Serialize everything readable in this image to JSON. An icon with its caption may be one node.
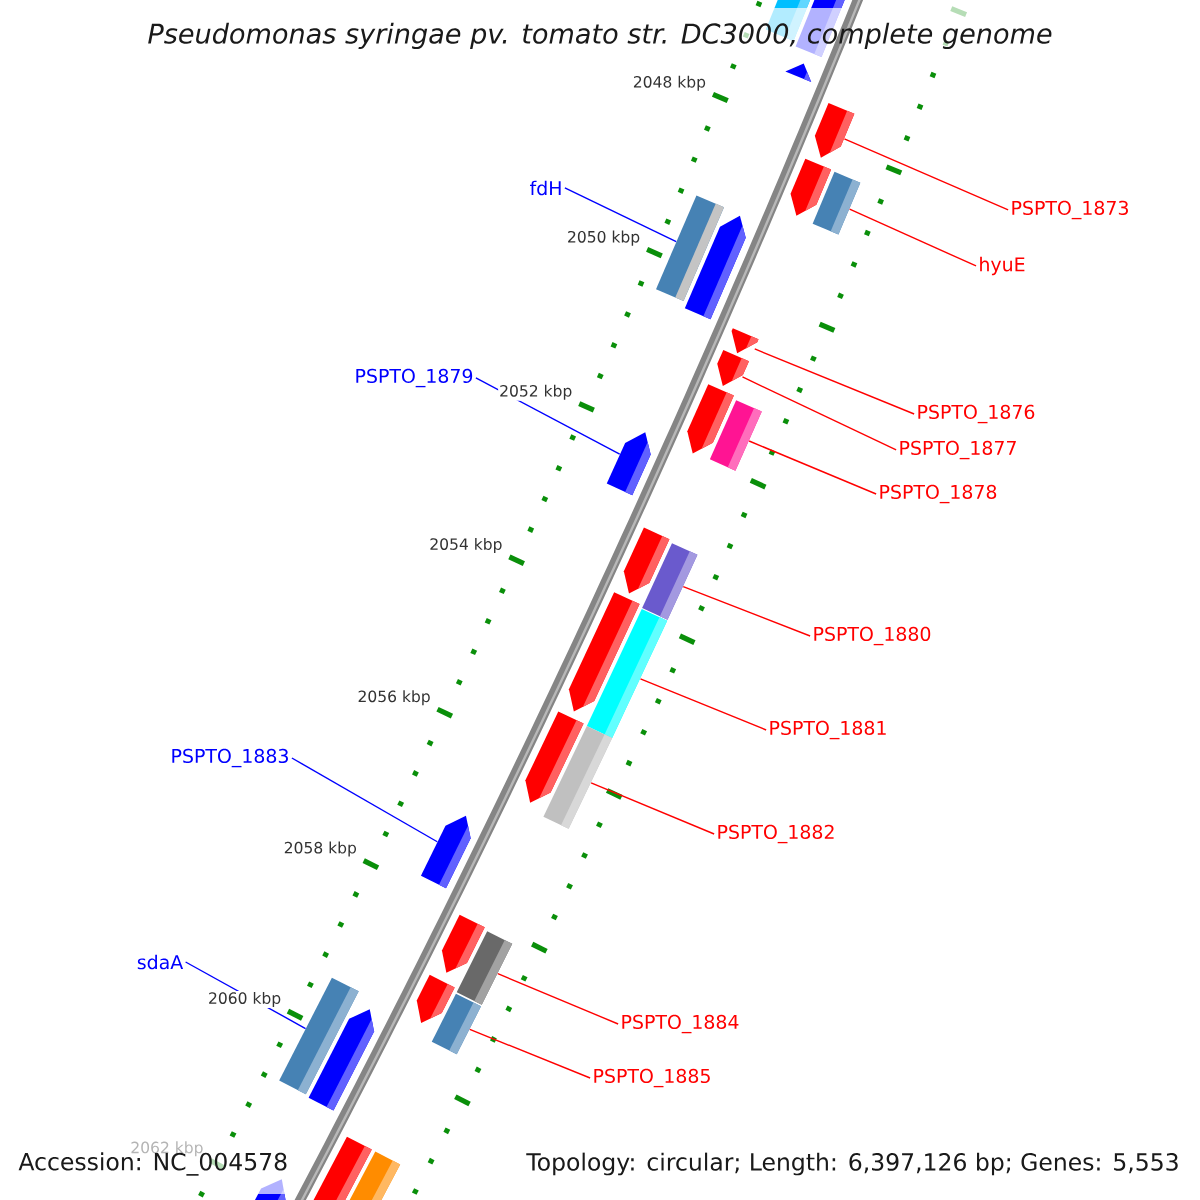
{
  "diagram": {
    "title": "Pseudomonas syringae pv. tomato str. DC3000, complete genome",
    "nodes": [
      {
        "text": [
          "fdH"
        ]
      },
      {
        "text": [
          "PSPTO_1873"
        ]
      },
      {
        "text": [
          "hyuE"
        ]
      },
      {
        "text": [
          "PSPTO_1879"
        ]
      },
      {
        "text": [
          "PSPTO_1876"
        ]
      },
      {
        "text": [
          "PSPTO_1877"
        ]
      },
      {
        "text": [
          "PSPTO_1878"
        ]
      },
      {
        "text": [
          "PSPTO_1880"
        ]
      },
      {
        "text": [
          "PSPTO_1881"
        ]
      },
      {
        "text": [
          "PSPTO_1883"
        ]
      },
      {
        "text": [
          "PSPTO_1882"
        ]
      },
      {
        "text": [
          "sdaA"
        ]
      },
      {
        "text": [
          "PSPTO_1884"
        ]
      },
      {
        "text": [
          "PSPTO_1885"
        ]
      },
      {
        "text": [],
        "shape": "box"
      },
      {
        "text": [],
        "shape": "pentagon"
      },
      {
        "text": [],
        "shape": "pentagon"
      },
      {
        "text": [],
        "shape": "pentagon"
      },
      {
        "text": [],
        "shape": "pentagon"
      },
      {
        "text": [],
        "shape": "box"
      },
      {
        "text": [],
        "shape": "box"
      },
      {
        "text": [],
        "shape": "pentagon"
      },
      {
        "text": [],
        "shape": "pentagon"
      },
      {
        "text": [],
        "shape": "pentagon"
      },
      {
        "text": [],
        "shape": "pentagon"
      },
      {
        "text": [],
        "shape": "box"
      },
      {
        "text": [],
        "shape": "pentagon"
      },
      {
        "text": [],
        "shape": "pentagon"
      },
      {
        "text": [],
        "shape": "box"
      },
      {
        "text": [],
        "shape": "pentagon"
      },
      {
        "text": [],
        "shape": "box"
      },
      {
        "text": [],
        "shape": "pentagon"
      },
      {
        "text": [],
        "shape": "box"
      },
      {
        "text": [],
        "shape": "pentagon"
      },
      {
        "text": [],
        "shape": "pentagon"
      },
      {
        "text": [],
        "shape": "box"
      },
      {
        "text": [],
        "shape": "pentagon"
      },
      {
        "text": [],
        "shape": "box"
      },
      {
        "text": [],
        "shape": "box"
      },
      {
        "text": [],
        "shape": "pentagon"
      },
      {
        "text": [],
        "shape": "pentagon"
      },
      {
        "text": [],
        "shape": "box"
      },
      {
        "text": [],
        "shape": "pentagon"
      }
    ],
    "edges": [
      {
        "from": 0,
        "to": 20,
        "arrow": "none",
        "color": "#0000ff"
      },
      {
        "from": 1,
        "to": 17,
        "arrow": "none"
      },
      {
        "from": 2,
        "to": 19,
        "arrow": "none"
      },
      {
        "from": 3,
        "to": 26,
        "arrow": "none",
        "color": "#0000ff"
      },
      {
        "from": 4,
        "to": 22,
        "arrow": "none"
      },
      {
        "from": 5,
        "to": 23,
        "arrow": "none"
      },
      {
        "from": 6,
        "to": 25,
        "arrow": "none"
      },
      {
        "from": 7,
        "to": 28,
        "arrow": "none"
      },
      {
        "from": 8,
        "to": 30,
        "arrow": "none"
      },
      {
        "from": 9,
        "to": 33,
        "arrow": "none",
        "color": "#0000ff"
      },
      {
        "from": 10,
        "to": 32,
        "arrow": "none"
      },
      {
        "from": 11,
        "to": 38,
        "arrow": "none",
        "color": "#0000ff"
      },
      {
        "from": 12,
        "to": 35,
        "arrow": "none"
      },
      {
        "from": 13,
        "to": 37,
        "arrow": "none"
      }
    ],
    "labels": [
      "2048 kbp",
      "2050 kbp",
      "2052 kbp",
      "2054 kbp",
      "2056 kbp",
      "2058 kbp",
      "2060 kbp",
      "2062 kbp",
      "Accession: NC_004578",
      "Topology: circular; Length: 6,397,126 bp; Genes: 5,553"
    ]
  }
}
